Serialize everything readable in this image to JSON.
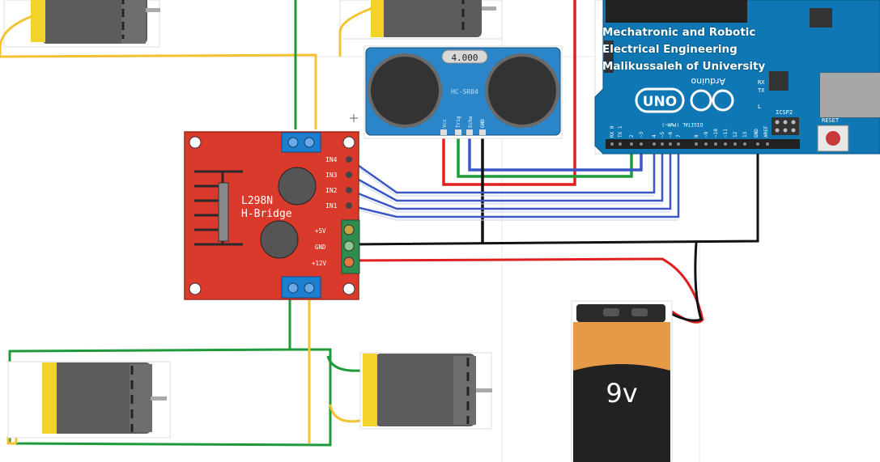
{
  "overlay_text": {
    "line1": "Mechatronic and Robotic",
    "line2": "Electrical Engineering",
    "line3": "Malikussaleh of University"
  },
  "driver": {
    "title_line1": "L298N",
    "title_line2": "H-Bridge",
    "pins": [
      "IN4",
      "IN3",
      "IN2",
      "IN1"
    ],
    "power_pins": [
      "+5V",
      "GND",
      "+12V"
    ]
  },
  "sensor": {
    "display": "4.000",
    "model": "HC-SR04",
    "pins": [
      "Vcc",
      "Trig",
      "Echo",
      "GND"
    ]
  },
  "arduino": {
    "brand": "Arduino",
    "model": "UNO",
    "labels": [
      "RX",
      "TX",
      "L",
      "ICSP2",
      "RESET",
      "DIGITAL (PWM~)",
      "AREF",
      "GND",
      "13",
      "12",
      "~11",
      "~10",
      "~9",
      "8",
      "7",
      "~6",
      "~5",
      "4",
      "~3",
      "2",
      "TX 1",
      "RX 0"
    ]
  },
  "battery": {
    "label": "9v"
  },
  "colors": {
    "board_red": "#d93a2b",
    "board_blue": "#0f78b4",
    "sensor_blue": "#2a86c8",
    "wire_green": "#1e9a3a",
    "wire_yellow": "#f2c230",
    "wire_red": "#e02020",
    "wire_black": "#111111",
    "wire_blue": "#3b56c7"
  }
}
